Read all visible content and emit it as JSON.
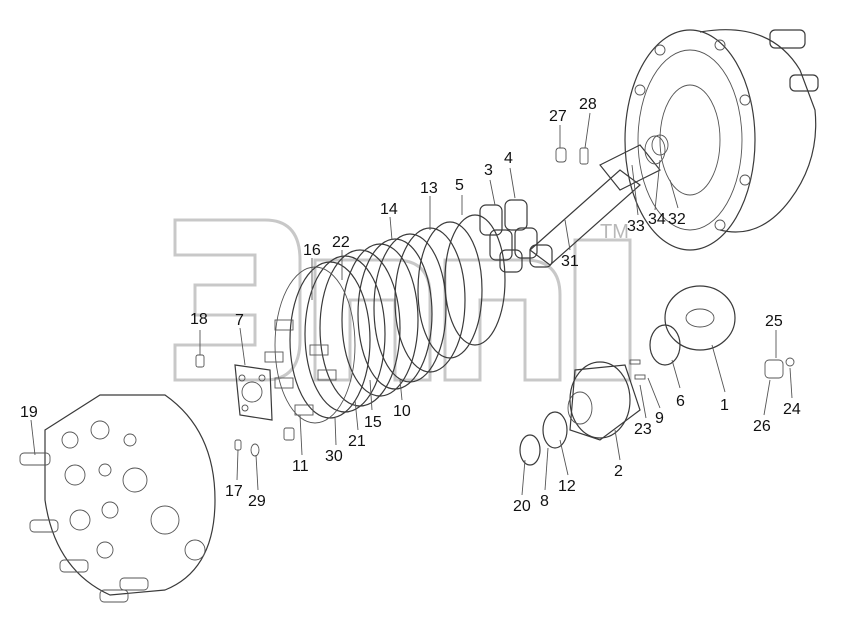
{
  "watermark": {
    "brand": "эпец",
    "tm": "TM"
  },
  "callouts": [
    {
      "id": "1",
      "text": "1"
    },
    {
      "id": "2",
      "text": "2"
    },
    {
      "id": "3",
      "text": "3"
    },
    {
      "id": "4",
      "text": "4"
    },
    {
      "id": "5",
      "text": "5"
    },
    {
      "id": "6",
      "text": "6"
    },
    {
      "id": "7",
      "text": "7"
    },
    {
      "id": "8",
      "text": "8"
    },
    {
      "id": "9",
      "text": "9"
    },
    {
      "id": "10",
      "text": "10"
    },
    {
      "id": "11",
      "text": "11"
    },
    {
      "id": "12",
      "text": "12"
    },
    {
      "id": "13",
      "text": "13"
    },
    {
      "id": "14",
      "text": "14"
    },
    {
      "id": "15",
      "text": "15"
    },
    {
      "id": "16",
      "text": "16"
    },
    {
      "id": "17",
      "text": "17"
    },
    {
      "id": "18",
      "text": "18"
    },
    {
      "id": "19",
      "text": "19"
    },
    {
      "id": "20",
      "text": "20"
    },
    {
      "id": "21",
      "text": "21"
    },
    {
      "id": "22",
      "text": "22"
    },
    {
      "id": "23",
      "text": "23"
    },
    {
      "id": "24",
      "text": "24"
    },
    {
      "id": "25",
      "text": "25"
    },
    {
      "id": "26",
      "text": "26"
    },
    {
      "id": "27",
      "text": "27"
    },
    {
      "id": "28",
      "text": "28"
    },
    {
      "id": "29",
      "text": "29"
    },
    {
      "id": "30",
      "text": "30"
    },
    {
      "id": "31",
      "text": "31"
    },
    {
      "id": "32",
      "text": "32"
    },
    {
      "id": "33",
      "text": "33"
    },
    {
      "id": "34",
      "text": "34"
    }
  ]
}
